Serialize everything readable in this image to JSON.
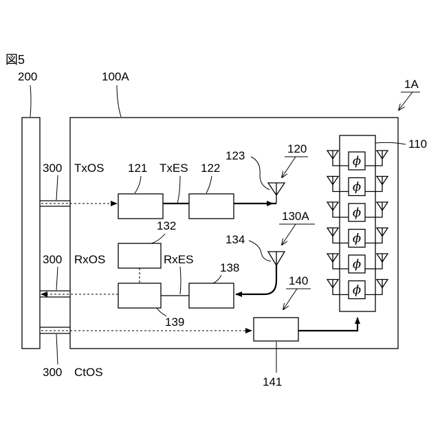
{
  "figure_label": "図5",
  "labels": {
    "module_200": "200",
    "device_100a": "100A",
    "system_1a": "1A",
    "array_110": "110",
    "tx_antenna_120": "120",
    "tx_conv_121": "121",
    "tx_amp_122": "122",
    "tx_antenna_element_123": "123",
    "rx_antenna_130a": "130A",
    "rx_opt_132": "132",
    "rx_antenna_element_134": "134",
    "rx_amp_138": "138",
    "rx_conv_139": "139",
    "control_140": "140",
    "control_unit_141": "141",
    "fiber_tx": "300",
    "fiber_rx": "300",
    "fiber_ct": "300",
    "txos": "TxOS",
    "txes": "TxES",
    "rxos": "RxOS",
    "rxes": "RxES",
    "ctos": "CtOS"
  },
  "phase_shifter_symbol": "ϕ",
  "phase_shifter_count": 6,
  "icons": [
    "antenna-icon",
    "arrow-icon"
  ]
}
